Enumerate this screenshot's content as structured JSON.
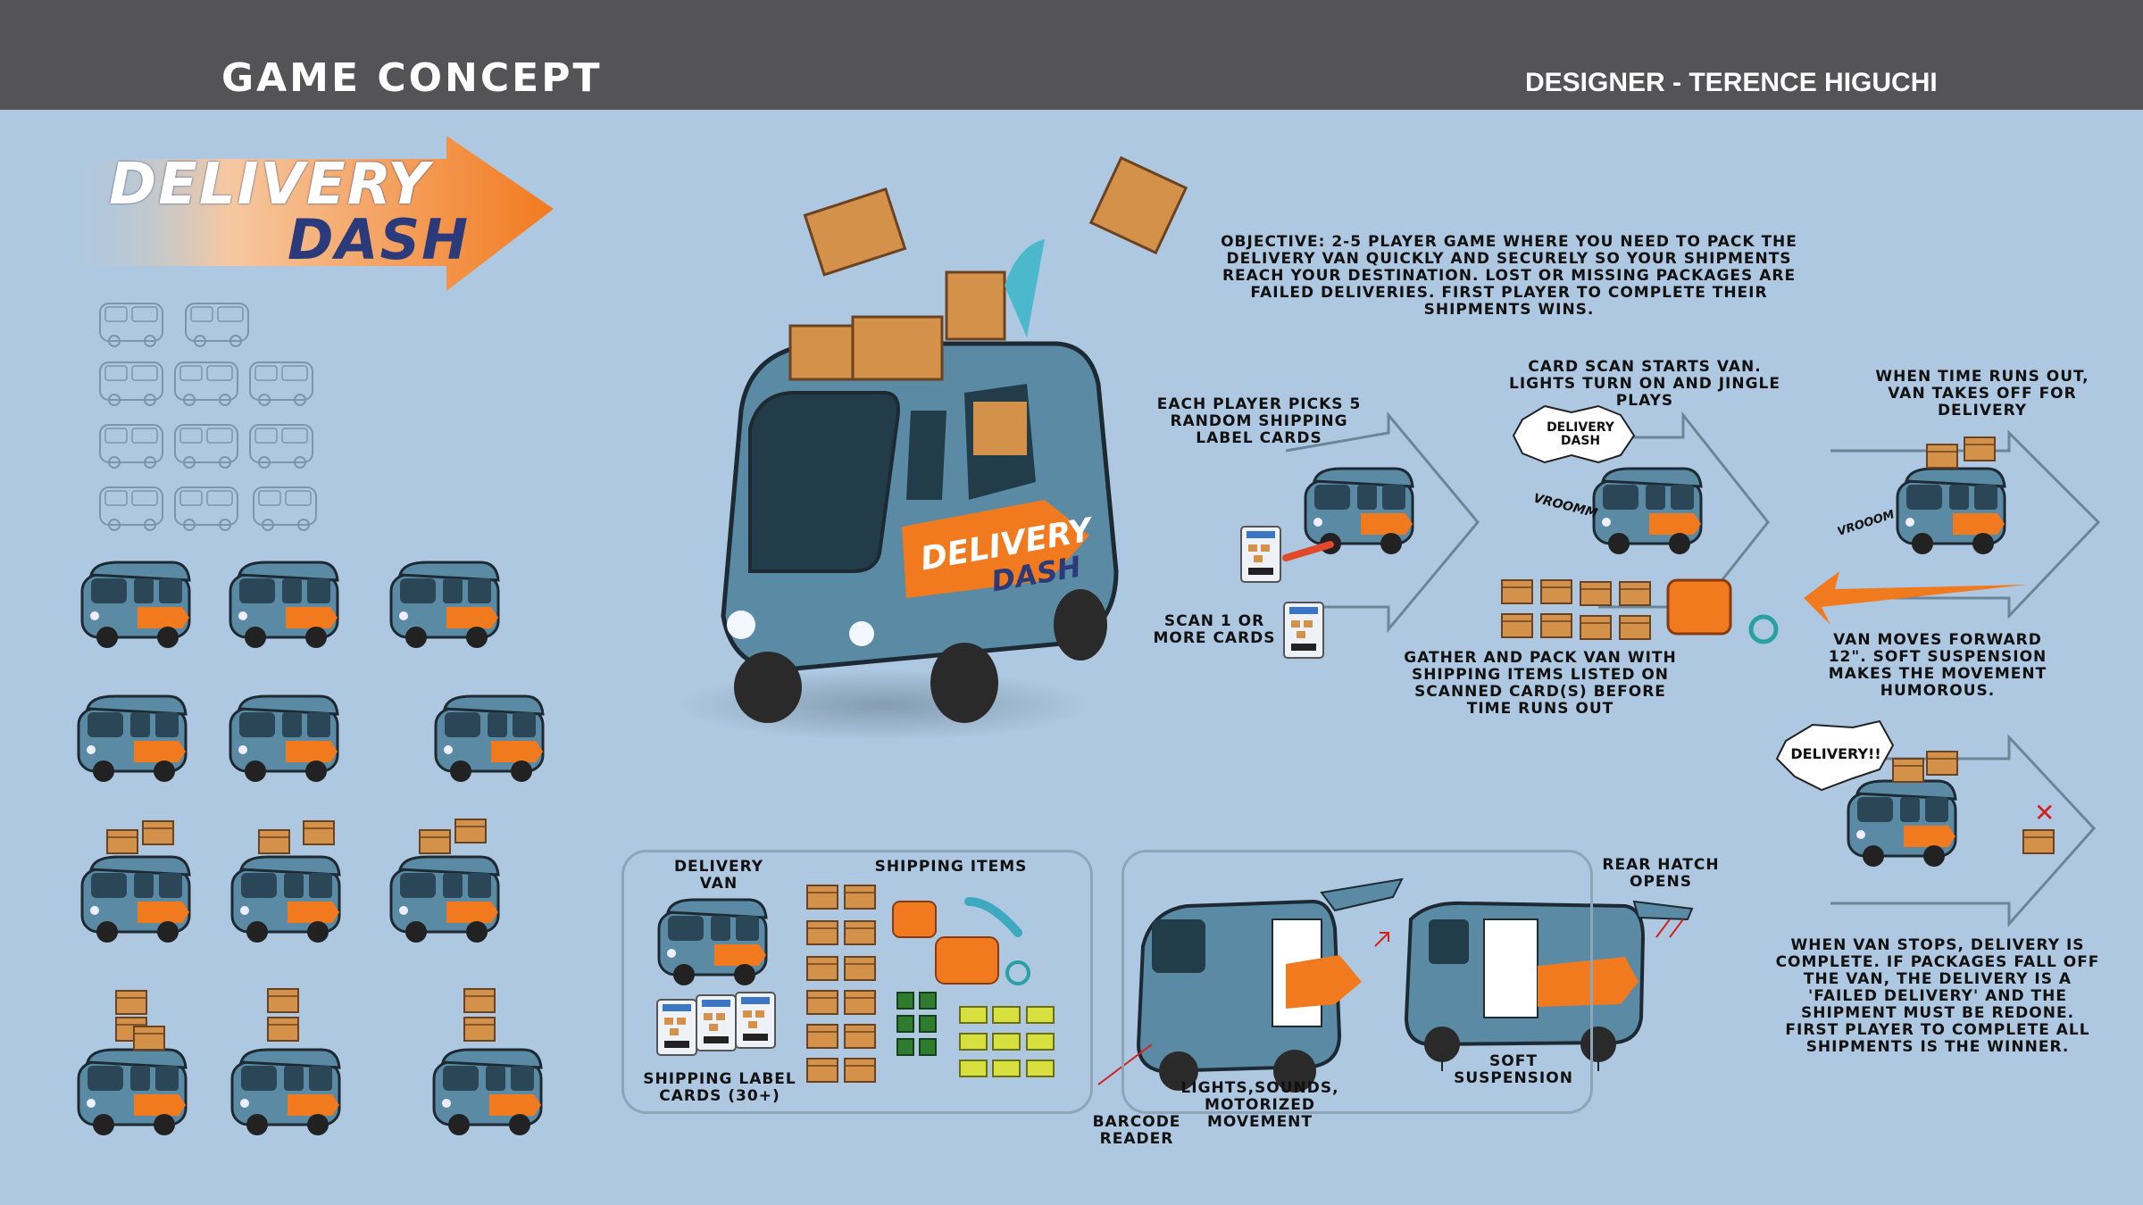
{
  "header": {
    "title": "GAME CONCEPT",
    "designer": "DESIGNER - TERENCE HIGUCHI"
  },
  "logo": {
    "line1": "DELIVERY",
    "line2": "DASH"
  },
  "van_decal": {
    "line1": "DELIVERY",
    "line2": "DASH"
  },
  "objective": "OBJECTIVE: 2-5 PLAYER GAME WHERE YOU NEED TO PACK THE DELIVERY VAN QUICKLY AND SECURELY SO YOUR SHIPMENTS REACH YOUR DESTINATION. LOST OR MISSING PACKAGES ARE FAILED DELIVERIES. FIRST PLAYER TO COMPLETE THEIR SHIPMENTS WINS.",
  "steps": {
    "pick_cards": "EACH PLAYER PICKS 5 RANDOM SHIPPING LABEL CARDS",
    "scan_cards": "SCAN 1 OR MORE CARDS",
    "card_scan": "CARD SCAN STARTS VAN. LIGHTS TURN ON AND JINGLE PLAYS",
    "jingle_bubble": "DELIVERY DASH",
    "vroom": "VROOMM",
    "gather_pack": "GATHER AND PACK VAN WITH SHIPPING ITEMS LISTED ON SCANNED CARD(S) BEFORE TIME RUNS OUT",
    "time_runs_out": "WHEN TIME RUNS OUT, VAN TAKES OFF FOR DELIVERY",
    "vroom2": "VROOOM",
    "van_moves": "VAN MOVES FORWARD 12\". SOFT SUSPENSION MAKES THE MOVEMENT HUMOROUS.",
    "delivery_bubble": "DELIVERY!!",
    "van_stops": "WHEN VAN STOPS, DELIVERY IS COMPLETE. IF PACKAGES FALL OFF THE VAN, THE DELIVERY IS A 'FAILED DELIVERY' AND THE SHIPMENT MUST BE REDONE. FIRST PLAYER TO COMPLETE ALL SHIPMENTS IS THE WINNER."
  },
  "components": {
    "delivery_van": "DELIVERY VAN",
    "shipping_items": "SHIPPING ITEMS",
    "shipping_label_cards": "SHIPPING LABEL CARDS (30+)"
  },
  "features": {
    "rear_hatch": "REAR HATCH OPENS",
    "barcode_reader": "BARCODE READER",
    "lights_sounds": "LIGHTS,SOUNDS, MOTORIZED MOVEMENT",
    "soft_suspension": "SOFT SUSPENSION"
  },
  "colors": {
    "background": "#adc8e0",
    "header": "#545456",
    "van_body": "#5a8aa4",
    "orange_accent": "#f27a1e",
    "box": "#d4914a",
    "logo_navy": "#2a3a7a"
  }
}
